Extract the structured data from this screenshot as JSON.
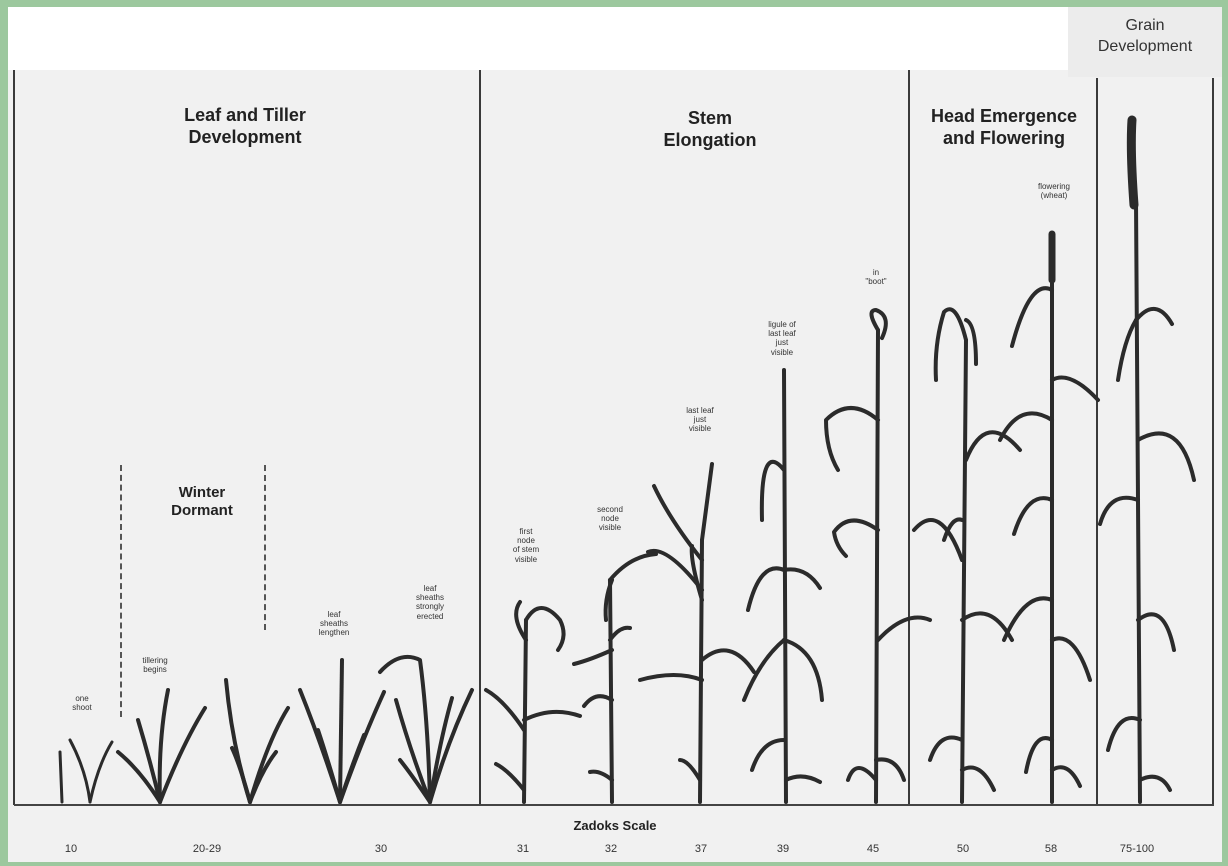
{
  "sections": {
    "leaf_tiller": "Leaf and Tiller\nDevelopment",
    "winter": "Winter\nDormant",
    "stem": "Stem\nElongation",
    "head": "Head Emergence\nand Flowering",
    "grain": "Grain\nDevelopment"
  },
  "notes": {
    "one_shoot": "one\nshoot",
    "tillering": "tillering\nbegins",
    "sheaths_lengthen": "leaf\nsheaths\nlengthen",
    "sheaths_erected": "leaf\nsheaths\nstrongly\nerected",
    "first_node": "first\nnode\nof stem\nvisible",
    "second_node": "second\nnode\nvisible",
    "last_leaf": "last leaf\njust\nvisible",
    "ligule": "ligule of\nlast leaf\njust\nvisible",
    "boot": "in\n\"boot\"",
    "flowering": "flowering\n(wheat)"
  },
  "axis": {
    "label": "Zadoks Scale",
    "ticks": [
      "10",
      "20-29",
      "30",
      "31",
      "32",
      "37",
      "39",
      "45",
      "50",
      "58",
      "75-100"
    ]
  },
  "colors": {
    "background": "#9cc89e",
    "paper": "#f1f1f1",
    "ink": "#2b2b2b"
  }
}
